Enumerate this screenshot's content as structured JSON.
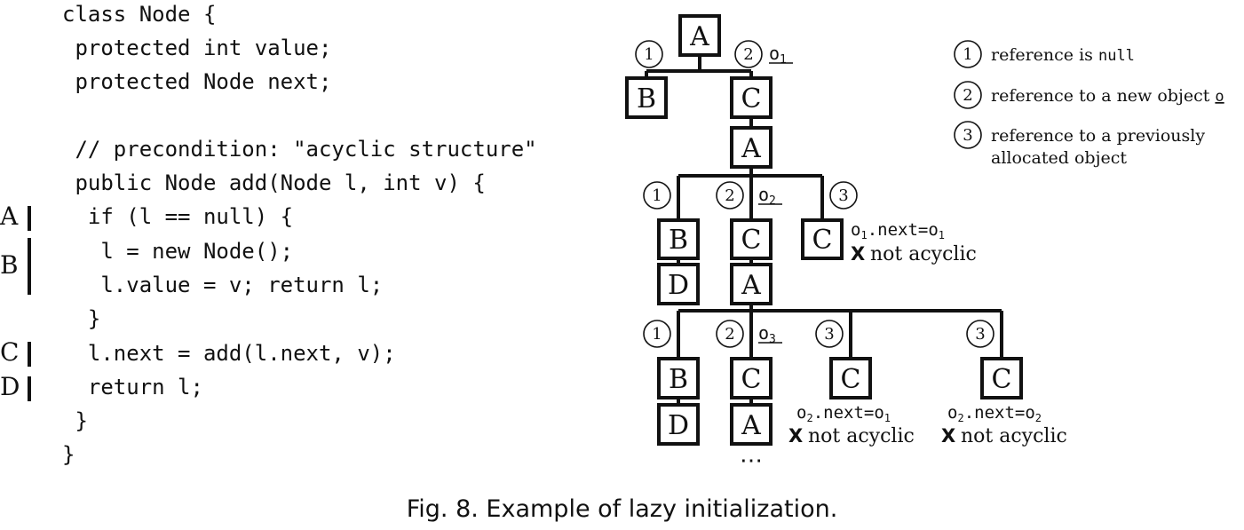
{
  "code": {
    "lines": [
      "class Node {",
      " protected int value;",
      " protected Node next;",
      "",
      " // precondition: \"acyclic structure\"",
      " public Node add(Node l, int v) {",
      "  if (l == null) {",
      "   l = new Node();",
      "   l.value = v; return l;",
      "  }",
      "  l.next = add(l.next, v);",
      "  return l;",
      " }",
      "}"
    ],
    "markers": [
      "A",
      "B",
      "C",
      "D"
    ]
  },
  "legend": {
    "items": [
      {
        "num": "1",
        "text": "reference is ",
        "code": "null"
      },
      {
        "num": "2",
        "text": "reference to a new object ",
        "code": "o"
      },
      {
        "num": "3",
        "text": "reference to a previously",
        "text2": "allocated object"
      }
    ]
  },
  "tree": {
    "node_labels": [
      "A",
      "B",
      "C",
      "D"
    ],
    "branch_nums": [
      "1",
      "2",
      "3"
    ],
    "objects": [
      "o",
      "1",
      "2",
      "3"
    ],
    "notes": [
      {
        "lhs": "o",
        "lhs_sub": "1",
        "mid": ".next=",
        "rhs": "o",
        "rhs_sub": "1"
      },
      {
        "lhs": "o",
        "lhs_sub": "2",
        "mid": ".next=",
        "rhs": "o",
        "rhs_sub": "1"
      },
      {
        "lhs": "o",
        "lhs_sub": "2",
        "mid": ".next=",
        "rhs": "o",
        "rhs_sub": "2"
      }
    ],
    "cross": "X",
    "not_acyclic": "not acyclic",
    "ellipsis": "⋯"
  },
  "caption": "Fig. 8.  Example of lazy initialization."
}
